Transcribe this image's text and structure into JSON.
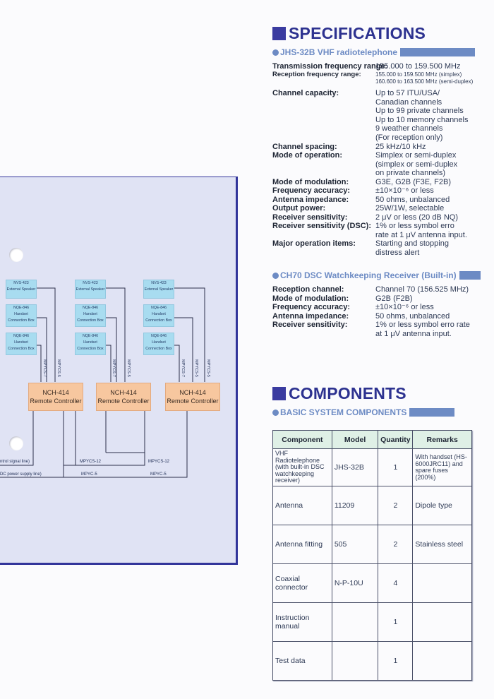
{
  "specifications": {
    "title": "SPECIFICATIONS",
    "vhf": {
      "title": "JHS-32B VHF radiotelephone",
      "rows": [
        {
          "label": "Transmission frequency range:",
          "values": [
            "155.000 to 159.500 MHz"
          ]
        },
        {
          "label": "Reception frequency range:",
          "values": [
            "155.000 to 159.500 MHz (simplex)",
            "160.600 to 163.500 MHz (semi-duplex)"
          ]
        },
        {
          "label": "Channel capacity:",
          "values": [
            "Up to 57 ITU/USA/",
            "Canadian channels",
            "Up to 99 private channels",
            "Up to 10 memory channels",
            "9 weather channels",
            "(For reception only)"
          ]
        },
        {
          "label": "Channel spacing:",
          "values": [
            "25 kHz/10 kHz"
          ]
        },
        {
          "label": "Mode of operation:",
          "values": [
            "Simplex or semi-duplex",
            "(simplex or semi-duplex",
            "on private channels)"
          ]
        },
        {
          "label": "Mode of modulation:",
          "values": [
            "G3E, G2B (F3E, F2B)"
          ]
        },
        {
          "label": "Frequency accuracy:",
          "values": [
            "±10×10⁻⁶ or less"
          ]
        },
        {
          "label": "Antenna impedance:",
          "values": [
            "50 ohms, unbalanced"
          ]
        },
        {
          "label": "Output power:",
          "values": [
            "25W/1W, selectable"
          ]
        },
        {
          "label": "Receiver sensitivity:",
          "values": [
            "2 μV or less (20 dB NQ)"
          ]
        },
        {
          "label": "Receiver sensitivity (DSC):",
          "values": [
            "1% or less symbol erro",
            "rate at 1 μV antenna input."
          ]
        },
        {
          "label": "Major operation items:",
          "values": [
            "Starting and stopping",
            "distress alert"
          ]
        }
      ]
    },
    "ch70": {
      "title": "CH70 DSC Watchkeeping Receiver (Built-in)",
      "rows": [
        {
          "label": "Reception channel:",
          "values": [
            "Channel 70 (156.525 MHz)"
          ]
        },
        {
          "label": "Mode of modulation:",
          "values": [
            "G2B (F2B)"
          ]
        },
        {
          "label": "Frequency accuracy:",
          "values": [
            "±10×10⁻⁶ or less"
          ]
        },
        {
          "label": "Antenna impedance:",
          "values": [
            "50 ohms, unbalanced"
          ]
        },
        {
          "label": "Receiver sensitivity:",
          "values": [
            "1% or less symbol erro rate",
            "at 1 μV antenna input."
          ]
        }
      ]
    }
  },
  "components": {
    "title": "COMPONENTS",
    "subtitle": "BASIC SYSTEM COMPONENTS",
    "headers": {
      "component": "Component",
      "model": "Model",
      "quantity": "Quantity",
      "remarks": "Remarks"
    },
    "rows": [
      {
        "component": "VHF Radiotelephone (with built-in DSC watchkeeping receiver)",
        "model": "JHS-32B",
        "quantity": "1",
        "remarks": "With handset (HS-6000JRC11) and spare fuses (200%)"
      },
      {
        "component": "Antenna",
        "model": "11209",
        "quantity": "2",
        "remarks": "Dipole type"
      },
      {
        "component": "Antenna fitting",
        "model": "505",
        "quantity": "2",
        "remarks": "Stainless steel"
      },
      {
        "component": "Coaxial connector",
        "model": "N-P-10U",
        "quantity": "4",
        "remarks": ""
      },
      {
        "component": "Instruction manual",
        "model": "",
        "quantity": "1",
        "remarks": ""
      },
      {
        "component": "Test data",
        "model": "",
        "quantity": "1",
        "remarks": ""
      }
    ]
  },
  "diagram": {
    "speaker": [
      "NVS-423",
      "External Speaker"
    ],
    "handset": [
      "NQE-846",
      "Handset",
      "Connection Box"
    ],
    "controller": [
      "NCH-414",
      "Remote Controller"
    ],
    "cables": {
      "mpycs7": "MPYCS-7",
      "mpycs5": "MPYCS-5",
      "mpycs12": "MPYCS-12",
      "mpyc5": "MPYC-5"
    },
    "lines": {
      "control": "ntrol signal line)",
      "power": "DC power supply line)"
    }
  },
  "colors": {
    "heading": "#2d3290",
    "accent": "#6d8bc4",
    "panel": "#e0e3f4",
    "box": "#a8dcf0",
    "controller": "#f7c79f",
    "table_header": "#dff0e6"
  }
}
